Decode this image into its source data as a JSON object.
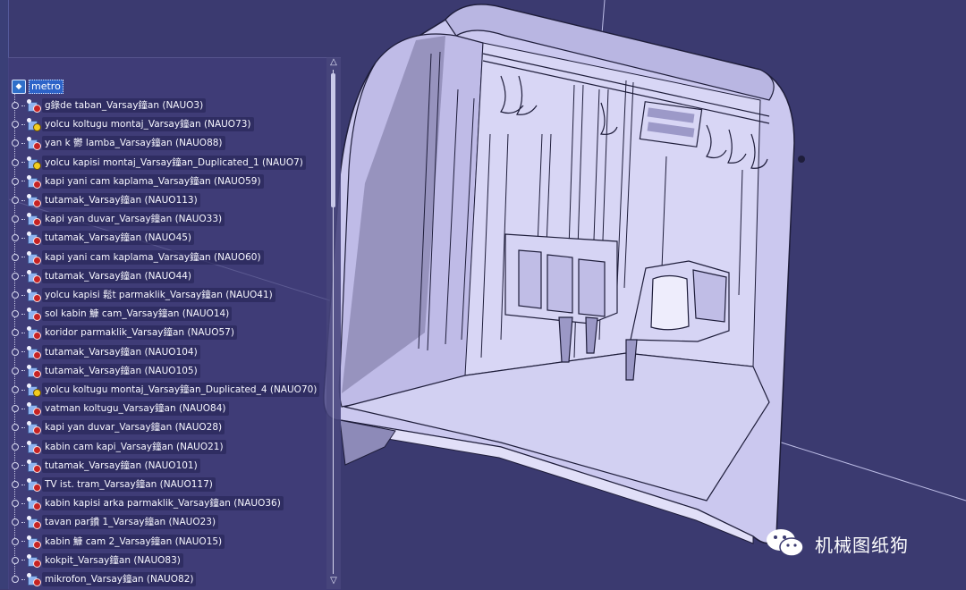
{
  "tree": {
    "root_label": "metro",
    "items": [
      {
        "label": "g錄de taban_Varsay鐘an (NAUO3)",
        "kind": "part"
      },
      {
        "label": "yolcu koltugu montaj_Varsay鐘an (NAUO73)",
        "kind": "assembly"
      },
      {
        "label": "yan k   鬱 lamba_Varsay鐘an (NAUO88)",
        "kind": "part"
      },
      {
        "label": "yolcu kapisi montaj_Varsay鐘an_Duplicated_1 (NAUO7)",
        "kind": "assembly"
      },
      {
        "label": "kapi yani cam kaplama_Varsay鐘an (NAUO59)",
        "kind": "part"
      },
      {
        "label": "tutamak_Varsay鐘an (NAUO113)",
        "kind": "part"
      },
      {
        "label": "kapi yan duvar_Varsay鐘an (NAUO33)",
        "kind": "part"
      },
      {
        "label": "tutamak_Varsay鐘an (NAUO45)",
        "kind": "part"
      },
      {
        "label": "kapi yani cam kaplama_Varsay鐘an (NAUO60)",
        "kind": "part"
      },
      {
        "label": "tutamak_Varsay鐘an (NAUO44)",
        "kind": "part"
      },
      {
        "label": "yolcu kapisi 鬆t parmaklik_Varsay鐘an (NAUO41)",
        "kind": "part"
      },
      {
        "label": "sol kabin 鱇 cam_Varsay鐘an (NAUO14)",
        "kind": "part"
      },
      {
        "label": "koridor parmaklik_Varsay鐘an (NAUO57)",
        "kind": "part"
      },
      {
        "label": "tutamak_Varsay鐘an (NAUO104)",
        "kind": "part"
      },
      {
        "label": "tutamak_Varsay鐘an (NAUO105)",
        "kind": "part"
      },
      {
        "label": "yolcu koltugu montaj_Varsay鐘an_Duplicated_4 (NAUO70)",
        "kind": "assembly"
      },
      {
        "label": "vatman koltugu_Varsay鐘an (NAUO84)",
        "kind": "part"
      },
      {
        "label": "kapi yan duvar_Varsay鐘an (NAUO28)",
        "kind": "part"
      },
      {
        "label": "kabin cam kapi_Varsay鐘an (NAUO21)",
        "kind": "part"
      },
      {
        "label": "tutamak_Varsay鐘an (NAUO101)",
        "kind": "part"
      },
      {
        "label": "TV ist. tram_Varsay鐘an (NAUO117)",
        "kind": "part"
      },
      {
        "label": "kabin kapisi arka parmaklik_Varsay鐘an (NAUO36)",
        "kind": "part"
      },
      {
        "label": "tavan par鐨 1_Varsay鐘an (NAUO23)",
        "kind": "part"
      },
      {
        "label": "kabin 鱇 cam 2_Varsay鐘an (NAUO15)",
        "kind": "part"
      },
      {
        "label": "kokpit_Varsay鐘an (NAUO83)",
        "kind": "part"
      },
      {
        "label": "mikrofon_Varsay鐘an (NAUO82)",
        "kind": "part"
      }
    ]
  },
  "watermark": {
    "text": "机械图纸狗"
  },
  "colors": {
    "background": "#3b3a70",
    "model_face": "#c7c4ec",
    "model_edge": "#1e1d3a",
    "part_icon_red": "#c62323",
    "assembly_icon_yellow": "#f2cd1f",
    "selection_blue": "#2d63c8"
  }
}
